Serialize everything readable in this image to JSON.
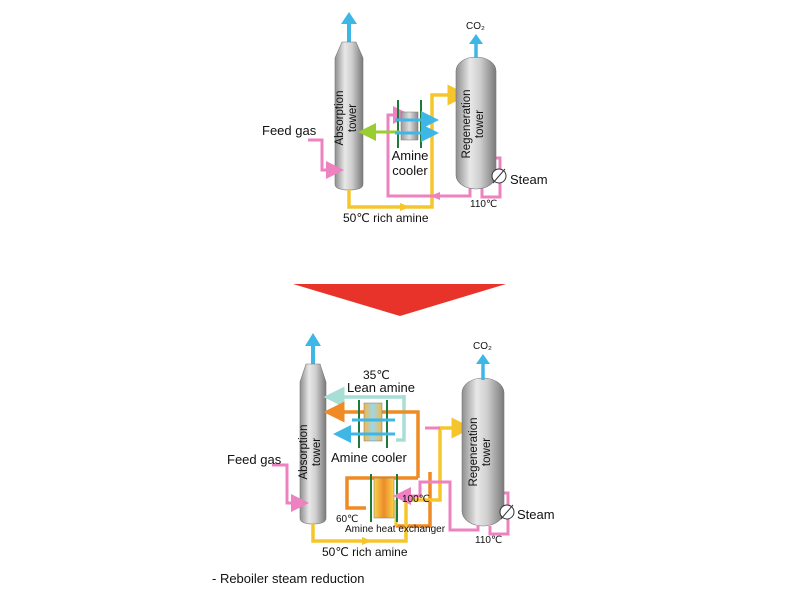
{
  "top": {
    "absorption_line1": "Absorption",
    "absorption_line2": "tower",
    "regeneration_line1": "Regeneration",
    "regeneration_line2": "tower",
    "cooler_line1": "Amine",
    "cooler_line2": "cooler",
    "feed_gas": "Feed gas",
    "co2": "CO₂",
    "steam": "Steam",
    "temp_110": "110℃",
    "rich_amine": "50℃ rich amine"
  },
  "bottom": {
    "absorption_line1": "Absorption",
    "absorption_line2": "tower",
    "regeneration_line1": "Regeneration",
    "regeneration_line2": "tower",
    "temp_35": "35℃",
    "lean_amine": "Lean amine",
    "amine_cooler": "Amine cooler",
    "feed_gas": "Feed gas",
    "co2": "CO₂",
    "steam": "Steam",
    "temp_100": "100℃",
    "temp_60": "60℃",
    "heat_exchanger": "Amine heat exchanger",
    "temp_110": "110℃",
    "rich_amine": "50℃ rich amine"
  },
  "footnote": "- Reboiler steam reduction",
  "colors": {
    "pink": "#ee82c0",
    "yellow": "#f6c52c",
    "orange": "#ef8a24",
    "cyan": "#3fb7e6",
    "lightcyan": "#a7dfd6",
    "green": "#9acd32",
    "red_arrow": "#e8332a",
    "tube_green": "#1f7a3a"
  }
}
